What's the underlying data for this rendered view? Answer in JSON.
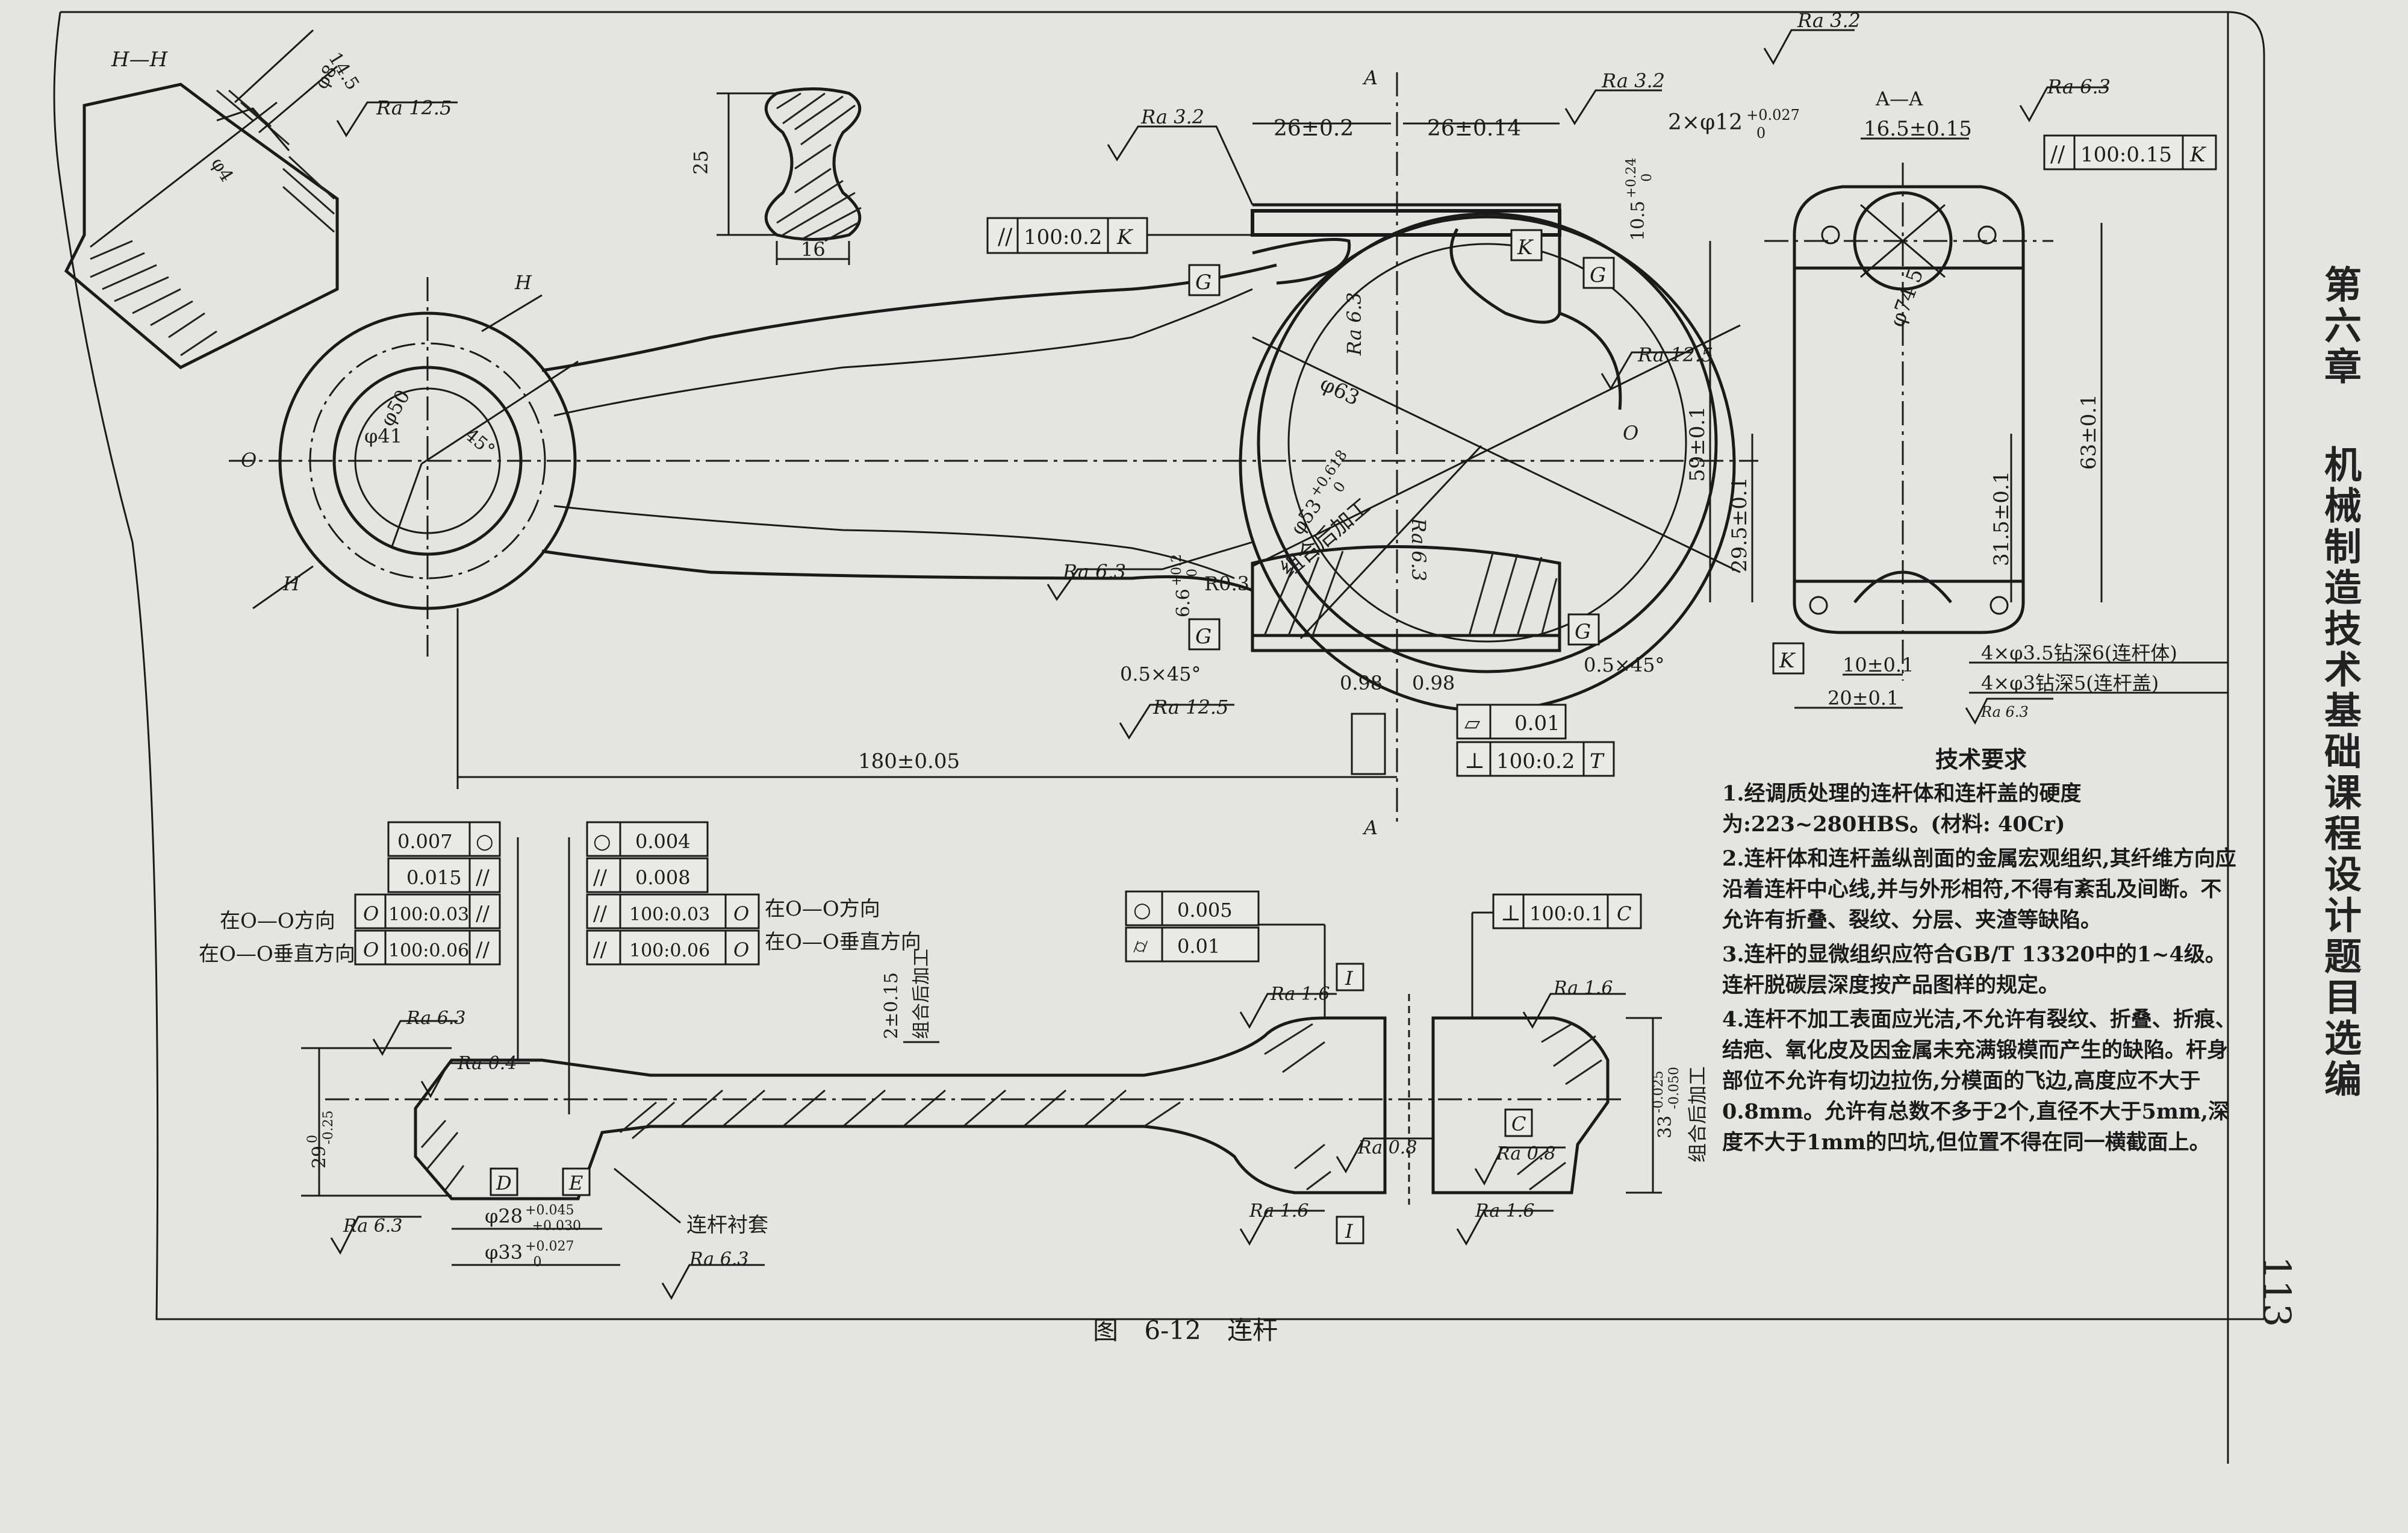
{
  "side_header": {
    "chapter": "第六章",
    "book_title": "机械制造技术基础课程设计题目选编"
  },
  "page_number": "113",
  "caption": {
    "figure_no": "图 6-12",
    "title": "连杆"
  },
  "tech_requirements": {
    "title": "技术要求",
    "items": [
      "1.经调质处理的连杆体和连杆盖的硬度为:223~280HBS。(材料: 40Cr)",
      "2.连杆体和连杆盖纵剖面的金属宏观组织,其纤维方向应沿着连杆中心线,并与外形相符,不得有紊乱及间断。不允许有折叠、裂纹、分层、夹渣等缺陷。",
      "3.连杆的显微组织应符合GB/T 13320中的1~4级。连杆脱碳层深度按产品图样的规定。",
      "4.连杆不加工表面应光洁,不允许有裂纹、折叠、折痕、结疤、氧化皮及因金属未充满锻模而产生的缺陷。杆身部位不允许有切边拉伤,分模面的飞边,高度应不大于0.8mm。允许有总数不多于2个,直径不大于5mm,深度不大于1mm的凹坑,但位置不得在同一横截面上。"
    ]
  },
  "section_hh": {
    "label": "H—H",
    "dims": [
      "14.5",
      "φ8",
      "φ4"
    ],
    "ra": "Ra 12.5"
  },
  "i_section": {
    "dims": [
      "25",
      "16"
    ]
  },
  "main_view": {
    "labels": [
      "A",
      "A",
      "H",
      "H",
      "O",
      "O",
      "G",
      "G",
      "G",
      "G",
      "K"
    ],
    "dims": [
      "26±0.2",
      "26±0.14",
      "φ50",
      "φ41",
      "45°",
      "φ63",
      "R0.3",
      "0.98",
      "0.98",
      "180±0.05",
      "0.5×45°",
      "0.5×45°",
      "组合后加工"
    ],
    "dim_stack": [
      "10.5",
      "+0.24",
      "0"
    ],
    "dim_6p6": [
      "6.6",
      "+0.2",
      "0"
    ],
    "dim_phi53": [
      "φ53",
      "+0.618",
      "0"
    ],
    "hole_callout": {
      "text": "2×φ12",
      "tol_upper": "+0.027",
      "tol_lower": "0"
    },
    "ra": [
      "Ra 3.2",
      "Ra 3.2",
      "Ra 12.5",
      "Ra 6.3",
      "Ra 6.3",
      "Ra 6.3",
      "Ra 12.5"
    ],
    "fcf_parallel": [
      "100:0.2",
      "K"
    ],
    "fcf_flat": [
      "0.01"
    ],
    "fcf_perp": [
      "100:0.2",
      "T"
    ]
  },
  "section_aa": {
    "label": "A—A",
    "dims": [
      "16.5±0.15",
      "φ74.5",
      "59±0.1",
      "29.5±0.1",
      "31.5±0.1",
      "63±0.1",
      "10±0.1",
      "20±0.1"
    ],
    "ra": [
      "Ra 3.2",
      "Ra 6.3",
      "Ra 6.3"
    ],
    "fcf": [
      "100:0.15",
      "K"
    ],
    "notes": [
      "4×φ3.5钻深6(连杆体)",
      "4×φ3钻深5(连杆盖)"
    ],
    "label_k": "K"
  },
  "bottom_view": {
    "fcf_left": {
      "rows": [
        [
          "0.007",
          "○"
        ],
        [
          "0.015",
          "//"
        ],
        [
          "100:0.03",
          "O",
          "//"
        ],
        [
          "100:0.06",
          "O",
          "//"
        ]
      ],
      "dir1": "在O—O方向",
      "dir2": "在O—O垂直方向"
    },
    "fcf_mid": {
      "rows": [
        [
          "○",
          "0.004"
        ],
        [
          "//",
          "0.008"
        ],
        [
          "//",
          "100:0.03",
          "O"
        ],
        [
          "//",
          "100:0.06",
          "O"
        ]
      ],
      "dir1": "在O—O方向",
      "dir2": "在O—O垂直方向"
    },
    "fcf_right1": [
      [
        "○",
        "0.005"
      ],
      [
        "⌭",
        "0.01"
      ]
    ],
    "fcf_right2": [
      "100:0.1",
      "C"
    ],
    "dims": [
      "29",
      "0",
      "-0.25",
      "2±0.15",
      "组合后加工",
      "33",
      "-0.025",
      "-0.050",
      "组合后加工",
      "φ28",
      "+0.045",
      "+0.030",
      "φ33",
      "+0.027",
      "0"
    ],
    "ra": [
      "Ra 6.3",
      "Ra 0.4",
      "Ra 1.6",
      "Ra 1.6",
      "Ra 0.8",
      "Ra 0.8",
      "Ra 1.6",
      "Ra 1.6",
      "Ra 6.3",
      "Ra 6.3"
    ],
    "labels": [
      "D",
      "E",
      "I",
      "I",
      "C"
    ],
    "bushing": "连杆衬套"
  }
}
